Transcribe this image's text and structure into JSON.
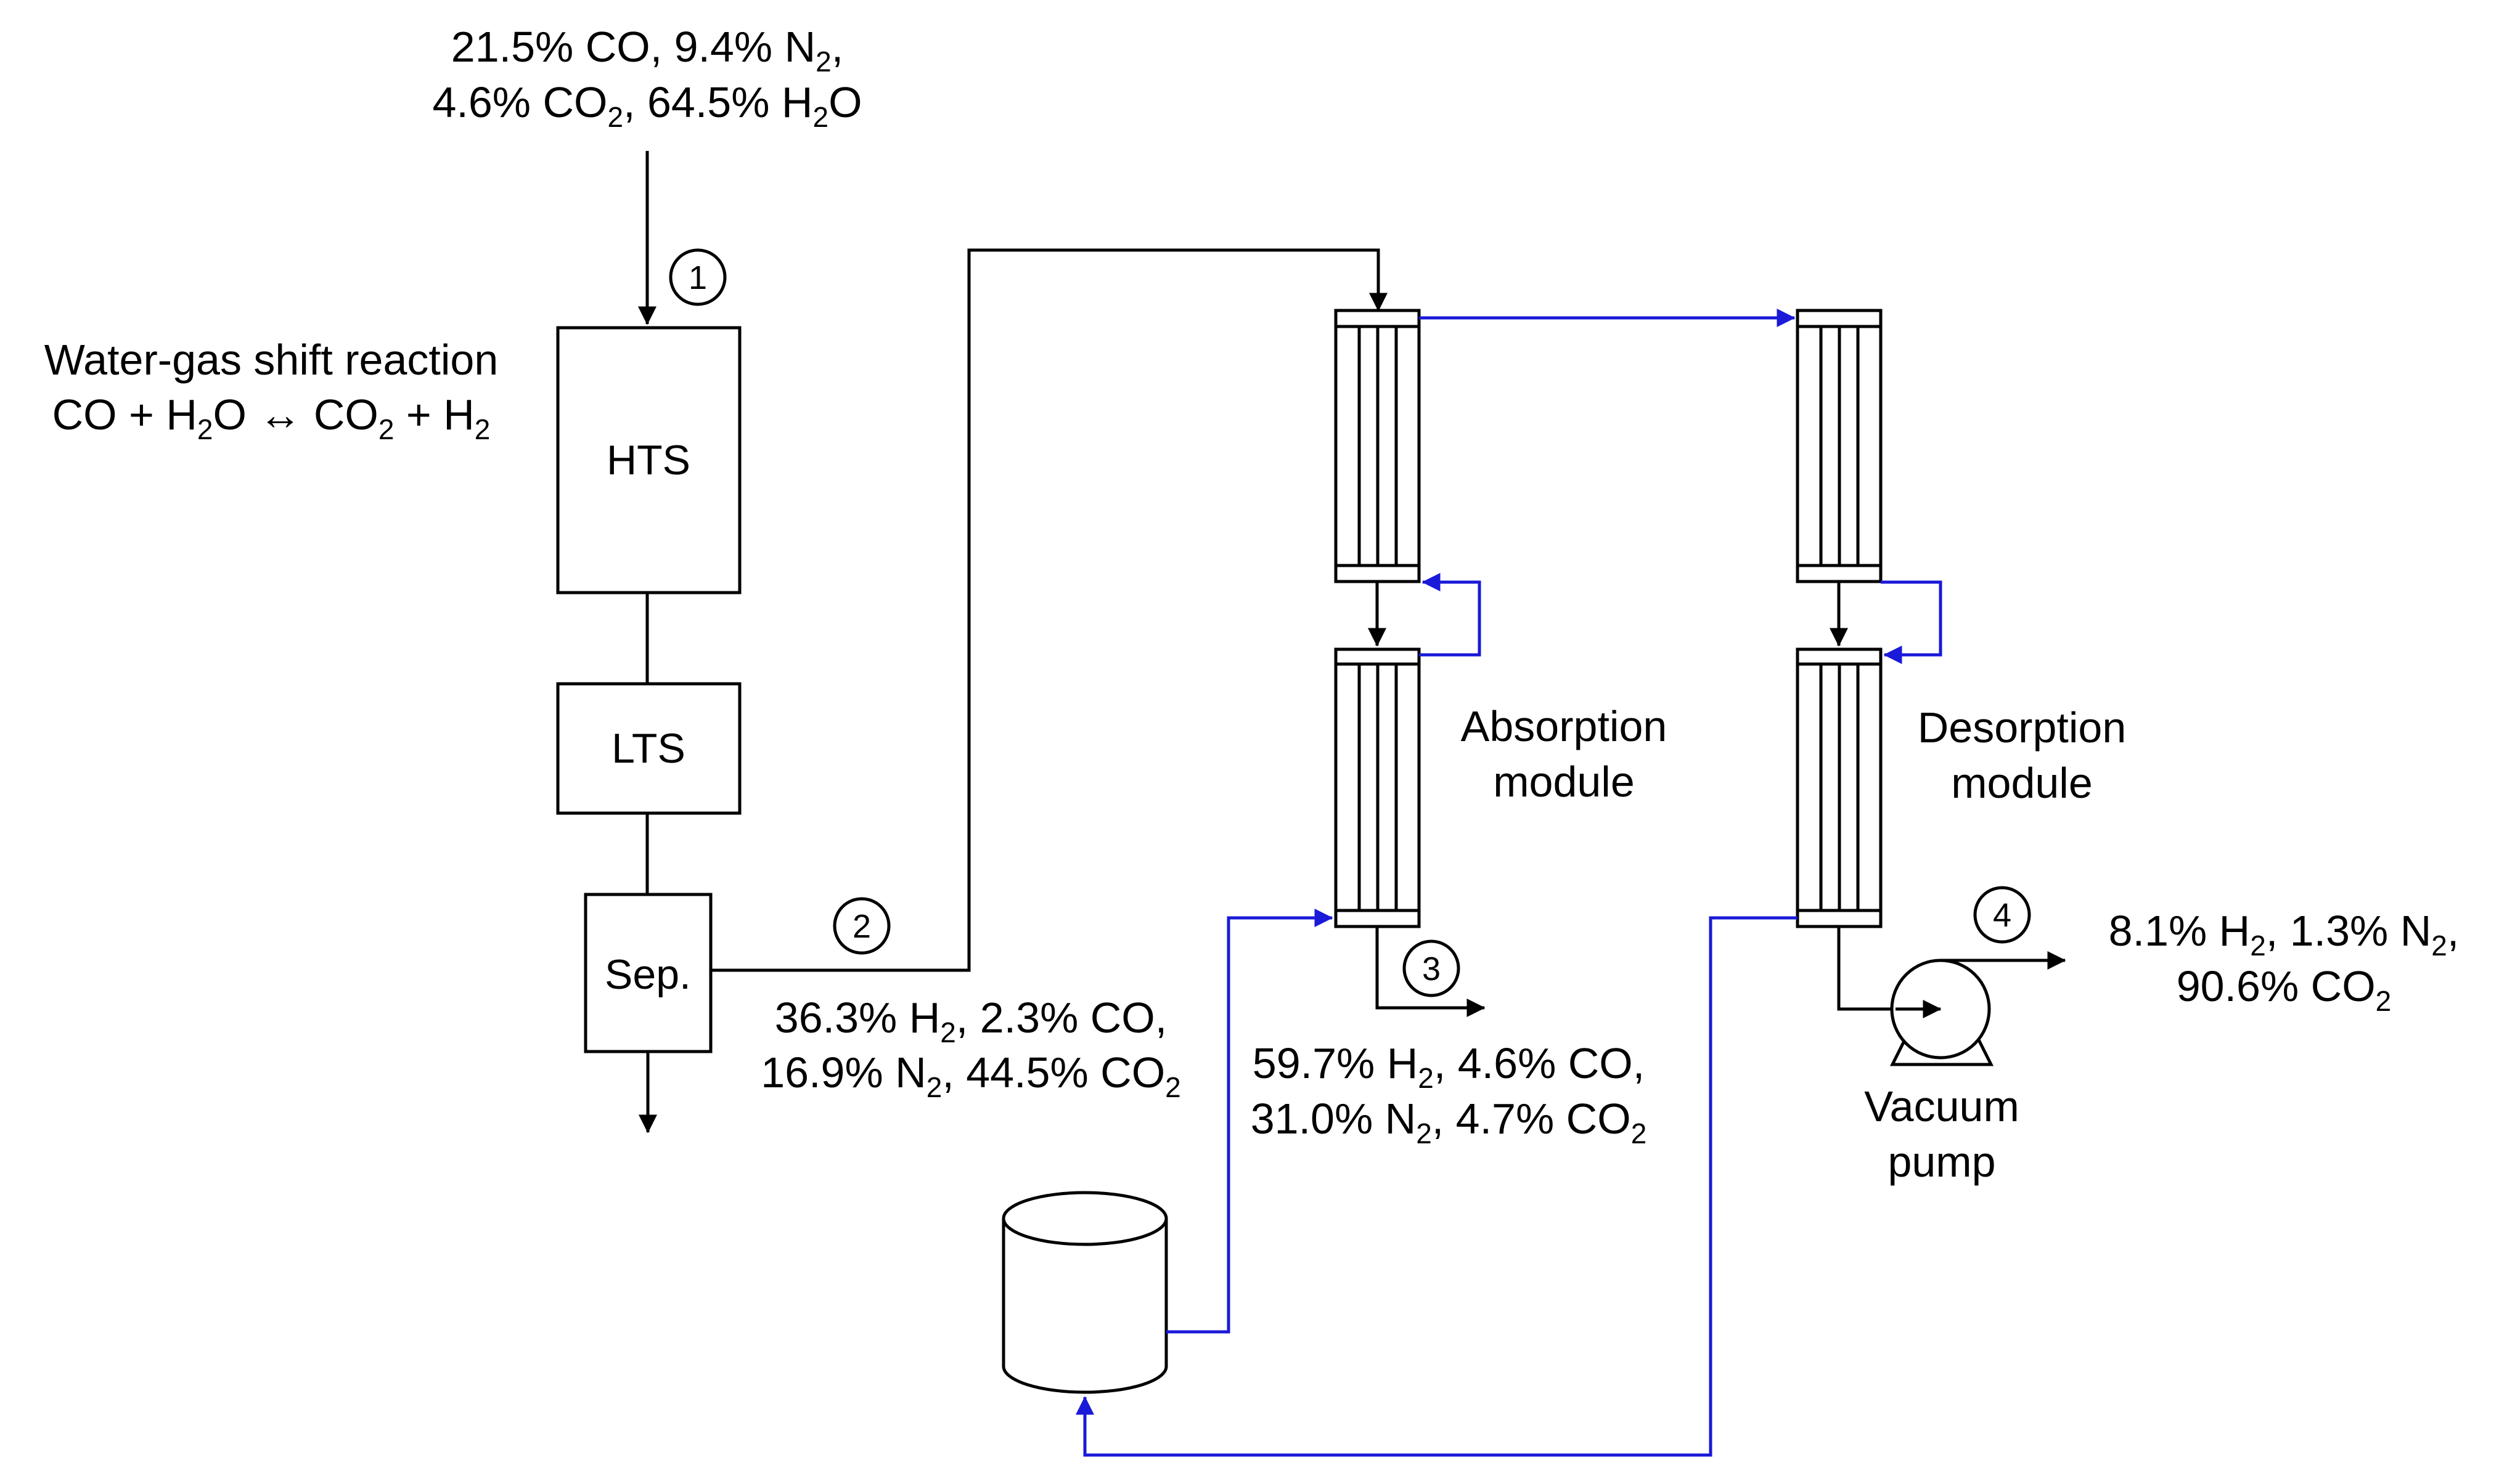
{
  "feed": {
    "line1": [
      {
        "t": "21.5% CO, 9.4% N"
      },
      {
        "t": "2",
        "sub": true
      },
      {
        "t": ","
      }
    ],
    "line2": [
      {
        "t": "4.6% CO"
      },
      {
        "t": "2",
        "sub": true
      },
      {
        "t": ", 64.5% H"
      },
      {
        "t": "2",
        "sub": true
      },
      {
        "t": "O"
      }
    ]
  },
  "reaction": {
    "title": "Water-gas shift reaction",
    "equation": [
      {
        "t": "CO + H"
      },
      {
        "t": "2",
        "sub": true
      },
      {
        "t": "O ↔ CO"
      },
      {
        "t": "2",
        "sub": true
      },
      {
        "t": " + H"
      },
      {
        "t": "2",
        "sub": true
      }
    ]
  },
  "units": {
    "hts": "HTS",
    "lts": "LTS",
    "sep": "Sep."
  },
  "streams": {
    "s1": "1",
    "s2": "2",
    "s3": "3",
    "s4": "4"
  },
  "stream2_comp": {
    "line1": [
      {
        "t": "36.3% H"
      },
      {
        "t": "2",
        "sub": true
      },
      {
        "t": ", 2.3% CO,"
      }
    ],
    "line2": [
      {
        "t": "16.9% N"
      },
      {
        "t": "2",
        "sub": true
      },
      {
        "t": ", 44.5% CO"
      },
      {
        "t": "2",
        "sub": true
      }
    ]
  },
  "stream3_comp": {
    "line1": [
      {
        "t": "59.7% H"
      },
      {
        "t": "2",
        "sub": true
      },
      {
        "t": ", 4.6% CO,"
      }
    ],
    "line2": [
      {
        "t": "31.0% N"
      },
      {
        "t": "2",
        "sub": true
      },
      {
        "t": ", 4.7% CO"
      },
      {
        "t": "2",
        "sub": true
      }
    ]
  },
  "stream4_comp": {
    "line1": [
      {
        "t": "8.1% H"
      },
      {
        "t": "2",
        "sub": true
      },
      {
        "t": ", 1.3% N"
      },
      {
        "t": "2",
        "sub": true
      },
      {
        "t": ","
      }
    ],
    "line2": [
      {
        "t": "90.6% CO"
      },
      {
        "t": "2",
        "sub": true
      }
    ]
  },
  "modules": {
    "absorption_line1": "Absorption",
    "absorption_line2": "module",
    "desorption_line1": "Desorption",
    "desorption_line2": "module"
  },
  "pump": {
    "line1": "Vacuum",
    "line2": "pump"
  },
  "colors": {
    "process_line": "#000000",
    "solvent_line": "#1a1ad8"
  }
}
